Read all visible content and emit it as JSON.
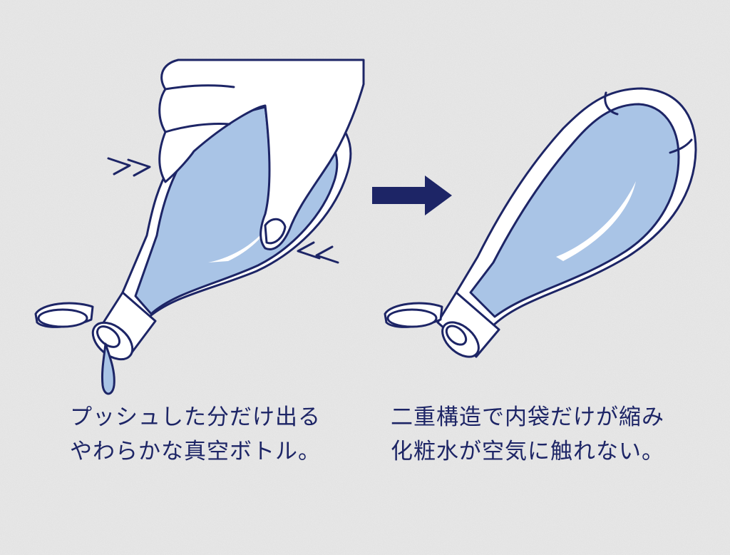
{
  "panels": {
    "left": {
      "caption_line1": "プッシュした分だけ出る",
      "caption_line2": "やわらかな真空ボトル。"
    },
    "right": {
      "caption_line1": "二重構造で内袋だけが縮み",
      "caption_line2": "化粧水が空気に触れない。"
    }
  },
  "colors": {
    "background": "#e9e9e9",
    "outline": "#1d2566",
    "liquid": "#a9c4e6",
    "white": "#ffffff"
  }
}
